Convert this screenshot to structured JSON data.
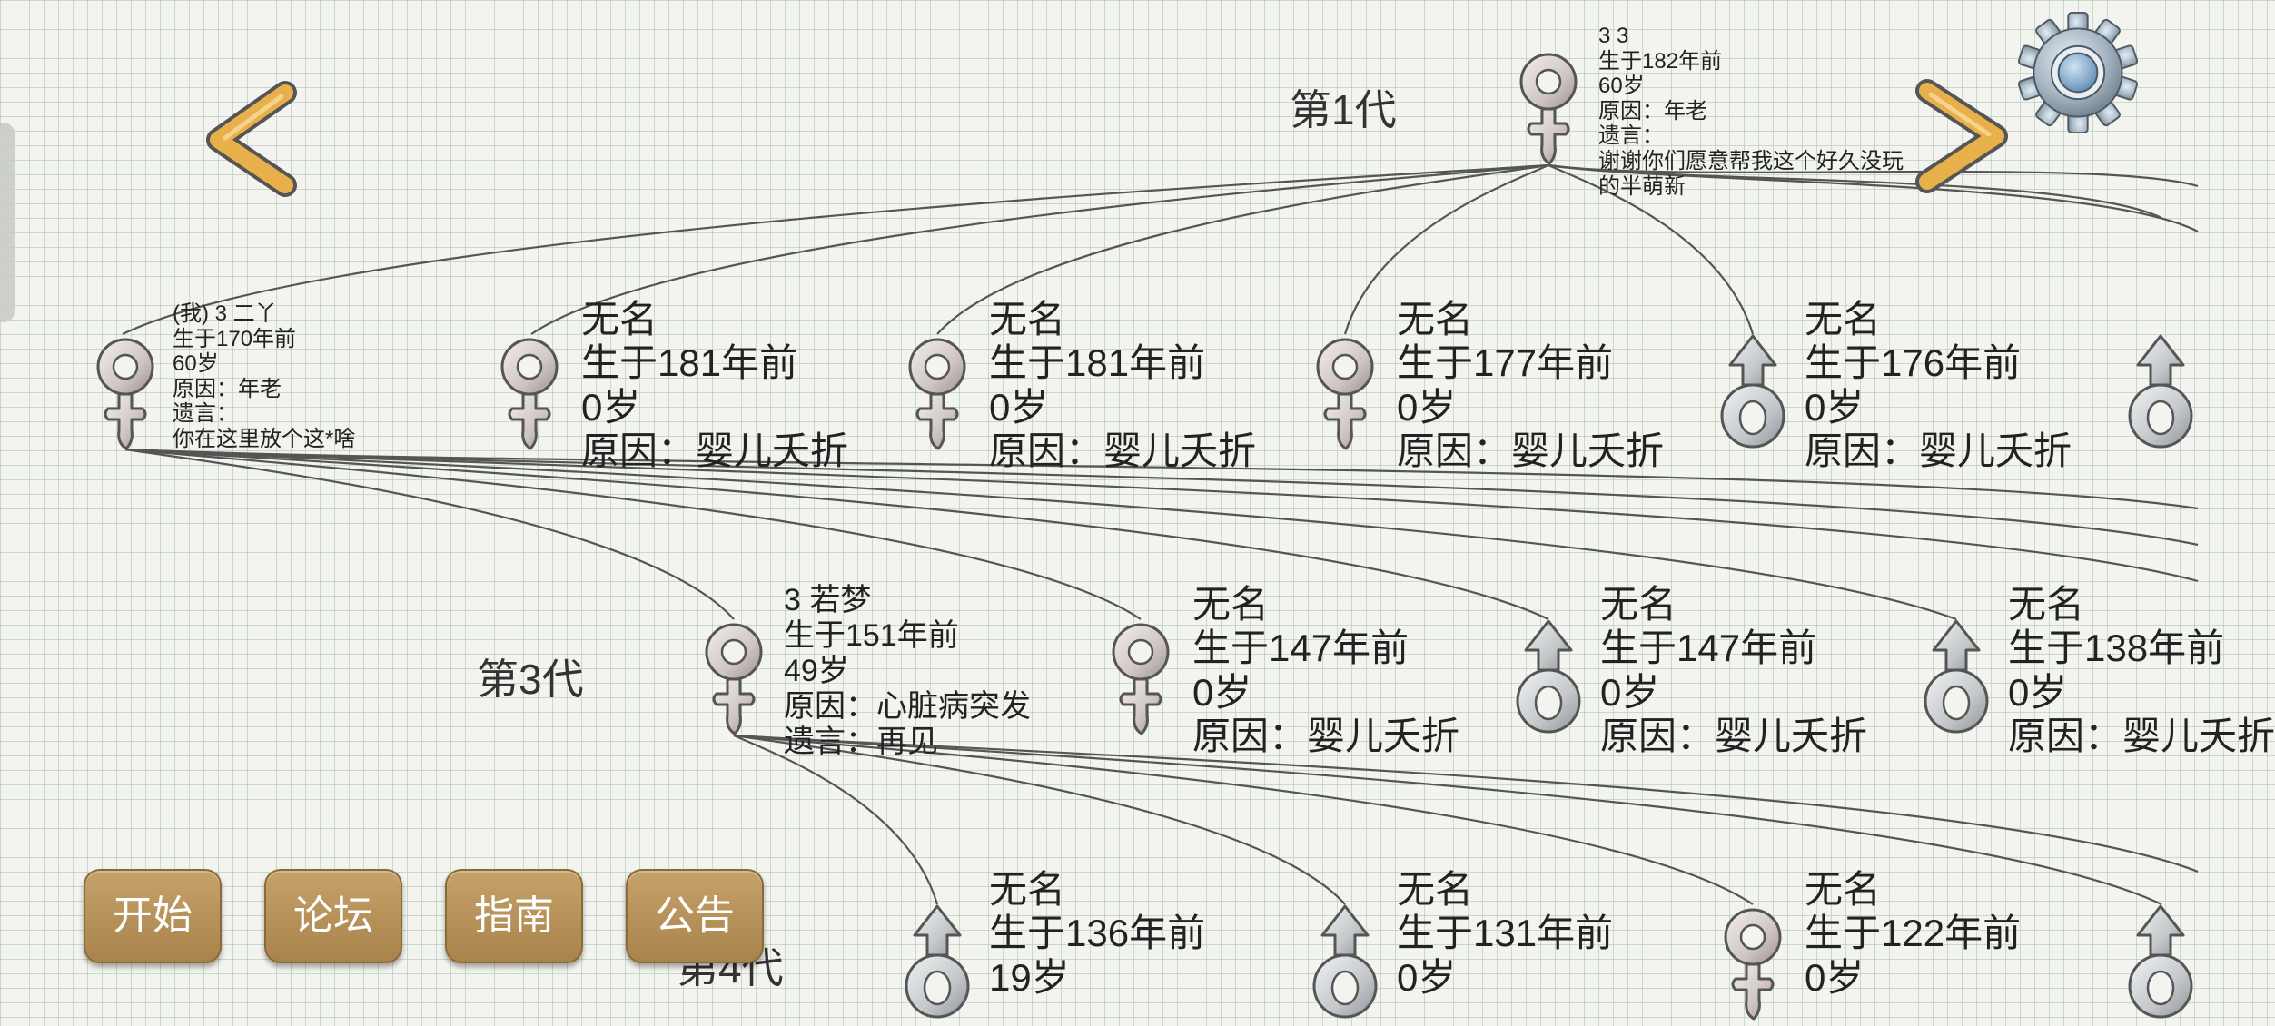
{
  "generations": [
    {
      "label": "第1代"
    },
    {
      "label": "第3代"
    },
    {
      "label": "第4代"
    }
  ],
  "nodes": [
    {
      "gender": "female",
      "lines": [
        "3 3",
        "生于182年前",
        "60岁",
        "原因：年老",
        "遗言：",
        "谢谢你们愿意帮我这个好久没玩",
        "的半萌新"
      ]
    },
    {
      "gender": "female",
      "lines": [
        "(我) 3 二丫",
        "生于170年前",
        "60岁",
        "原因：年老",
        "遗言：",
        "你在这里放个这*啥"
      ]
    },
    {
      "gender": "female",
      "lines": [
        "无名",
        "生于181年前",
        "0岁",
        "原因：婴儿夭折"
      ]
    },
    {
      "gender": "female",
      "lines": [
        "无名",
        "生于181年前",
        "0岁",
        "原因：婴儿夭折"
      ]
    },
    {
      "gender": "female",
      "lines": [
        "无名",
        "生于177年前",
        "0岁",
        "原因：婴儿夭折"
      ]
    },
    {
      "gender": "male",
      "lines": [
        "无名",
        "生于176年前",
        "0岁",
        "原因：婴儿夭折"
      ]
    },
    {
      "gender": "male",
      "lines": []
    },
    {
      "gender": "female",
      "lines": [
        "3 若梦",
        "生于151年前",
        "49岁",
        "原因：心脏病突发",
        "遗言：再见"
      ]
    },
    {
      "gender": "female",
      "lines": [
        "无名",
        "生于147年前",
        "0岁",
        "原因：婴儿夭折"
      ]
    },
    {
      "gender": "male",
      "lines": [
        "无名",
        "生于147年前",
        "0岁",
        "原因：婴儿夭折"
      ]
    },
    {
      "gender": "male",
      "lines": [
        "无名",
        "生于138年前",
        "0岁",
        "原因：婴儿夭折"
      ]
    },
    {
      "gender": "male",
      "lines": [
        "无名",
        "生于136年前",
        "19岁"
      ]
    },
    {
      "gender": "male",
      "lines": [
        "无名",
        "生于131年前",
        "0岁"
      ]
    },
    {
      "gender": "female",
      "lines": [
        "无名",
        "生于122年前",
        "0岁"
      ]
    },
    {
      "gender": "male",
      "lines": []
    }
  ],
  "nav": {
    "prev_icon": "chevron-left-icon",
    "next_icon": "chevron-right-icon",
    "settings_icon": "gear-icon"
  },
  "menu": {
    "start": "开始",
    "forum": "论坛",
    "guide": "指南",
    "notice": "公告"
  },
  "colors": {
    "button": "#b8955c",
    "grid": "#96b9a0",
    "arrow": "#e8b04a",
    "symbol_female": "#cfc6c4",
    "symbol_male": "#c3c7ca"
  }
}
